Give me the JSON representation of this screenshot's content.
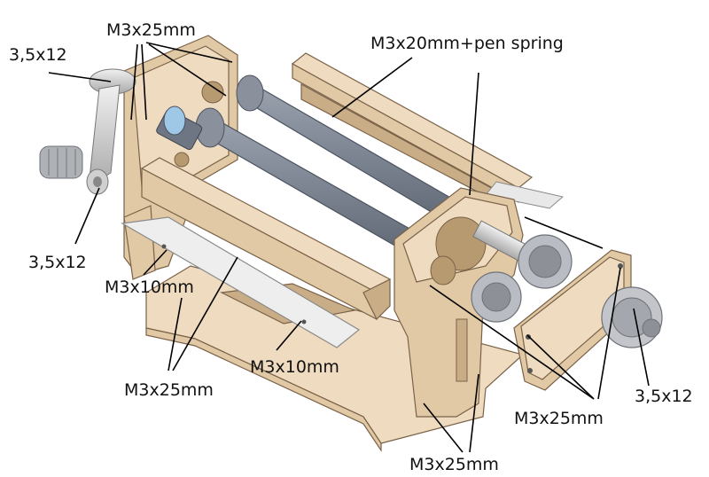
{
  "labels": {
    "screw_3_5x12_top": "3,5x12",
    "screw_3_5x12_left": "3,5x12",
    "screw_3_5x12_right": "3,5x12",
    "m3x25_top": "M3x25mm",
    "m3x20_pen": "M3x20mm+pen spring",
    "m3x10_left": "M3x10mm",
    "m3x10_center": "M3x10mm",
    "m3x25_bottom_left": "M3x25mm",
    "m3x25_right": "M3x25mm",
    "m3x25_bottom": "M3x25mm"
  },
  "colors": {
    "wood": "#e2c9a5",
    "roller": "#7d8593",
    "steel": "#dcdcdc",
    "gear": "#b9bcc2"
  }
}
